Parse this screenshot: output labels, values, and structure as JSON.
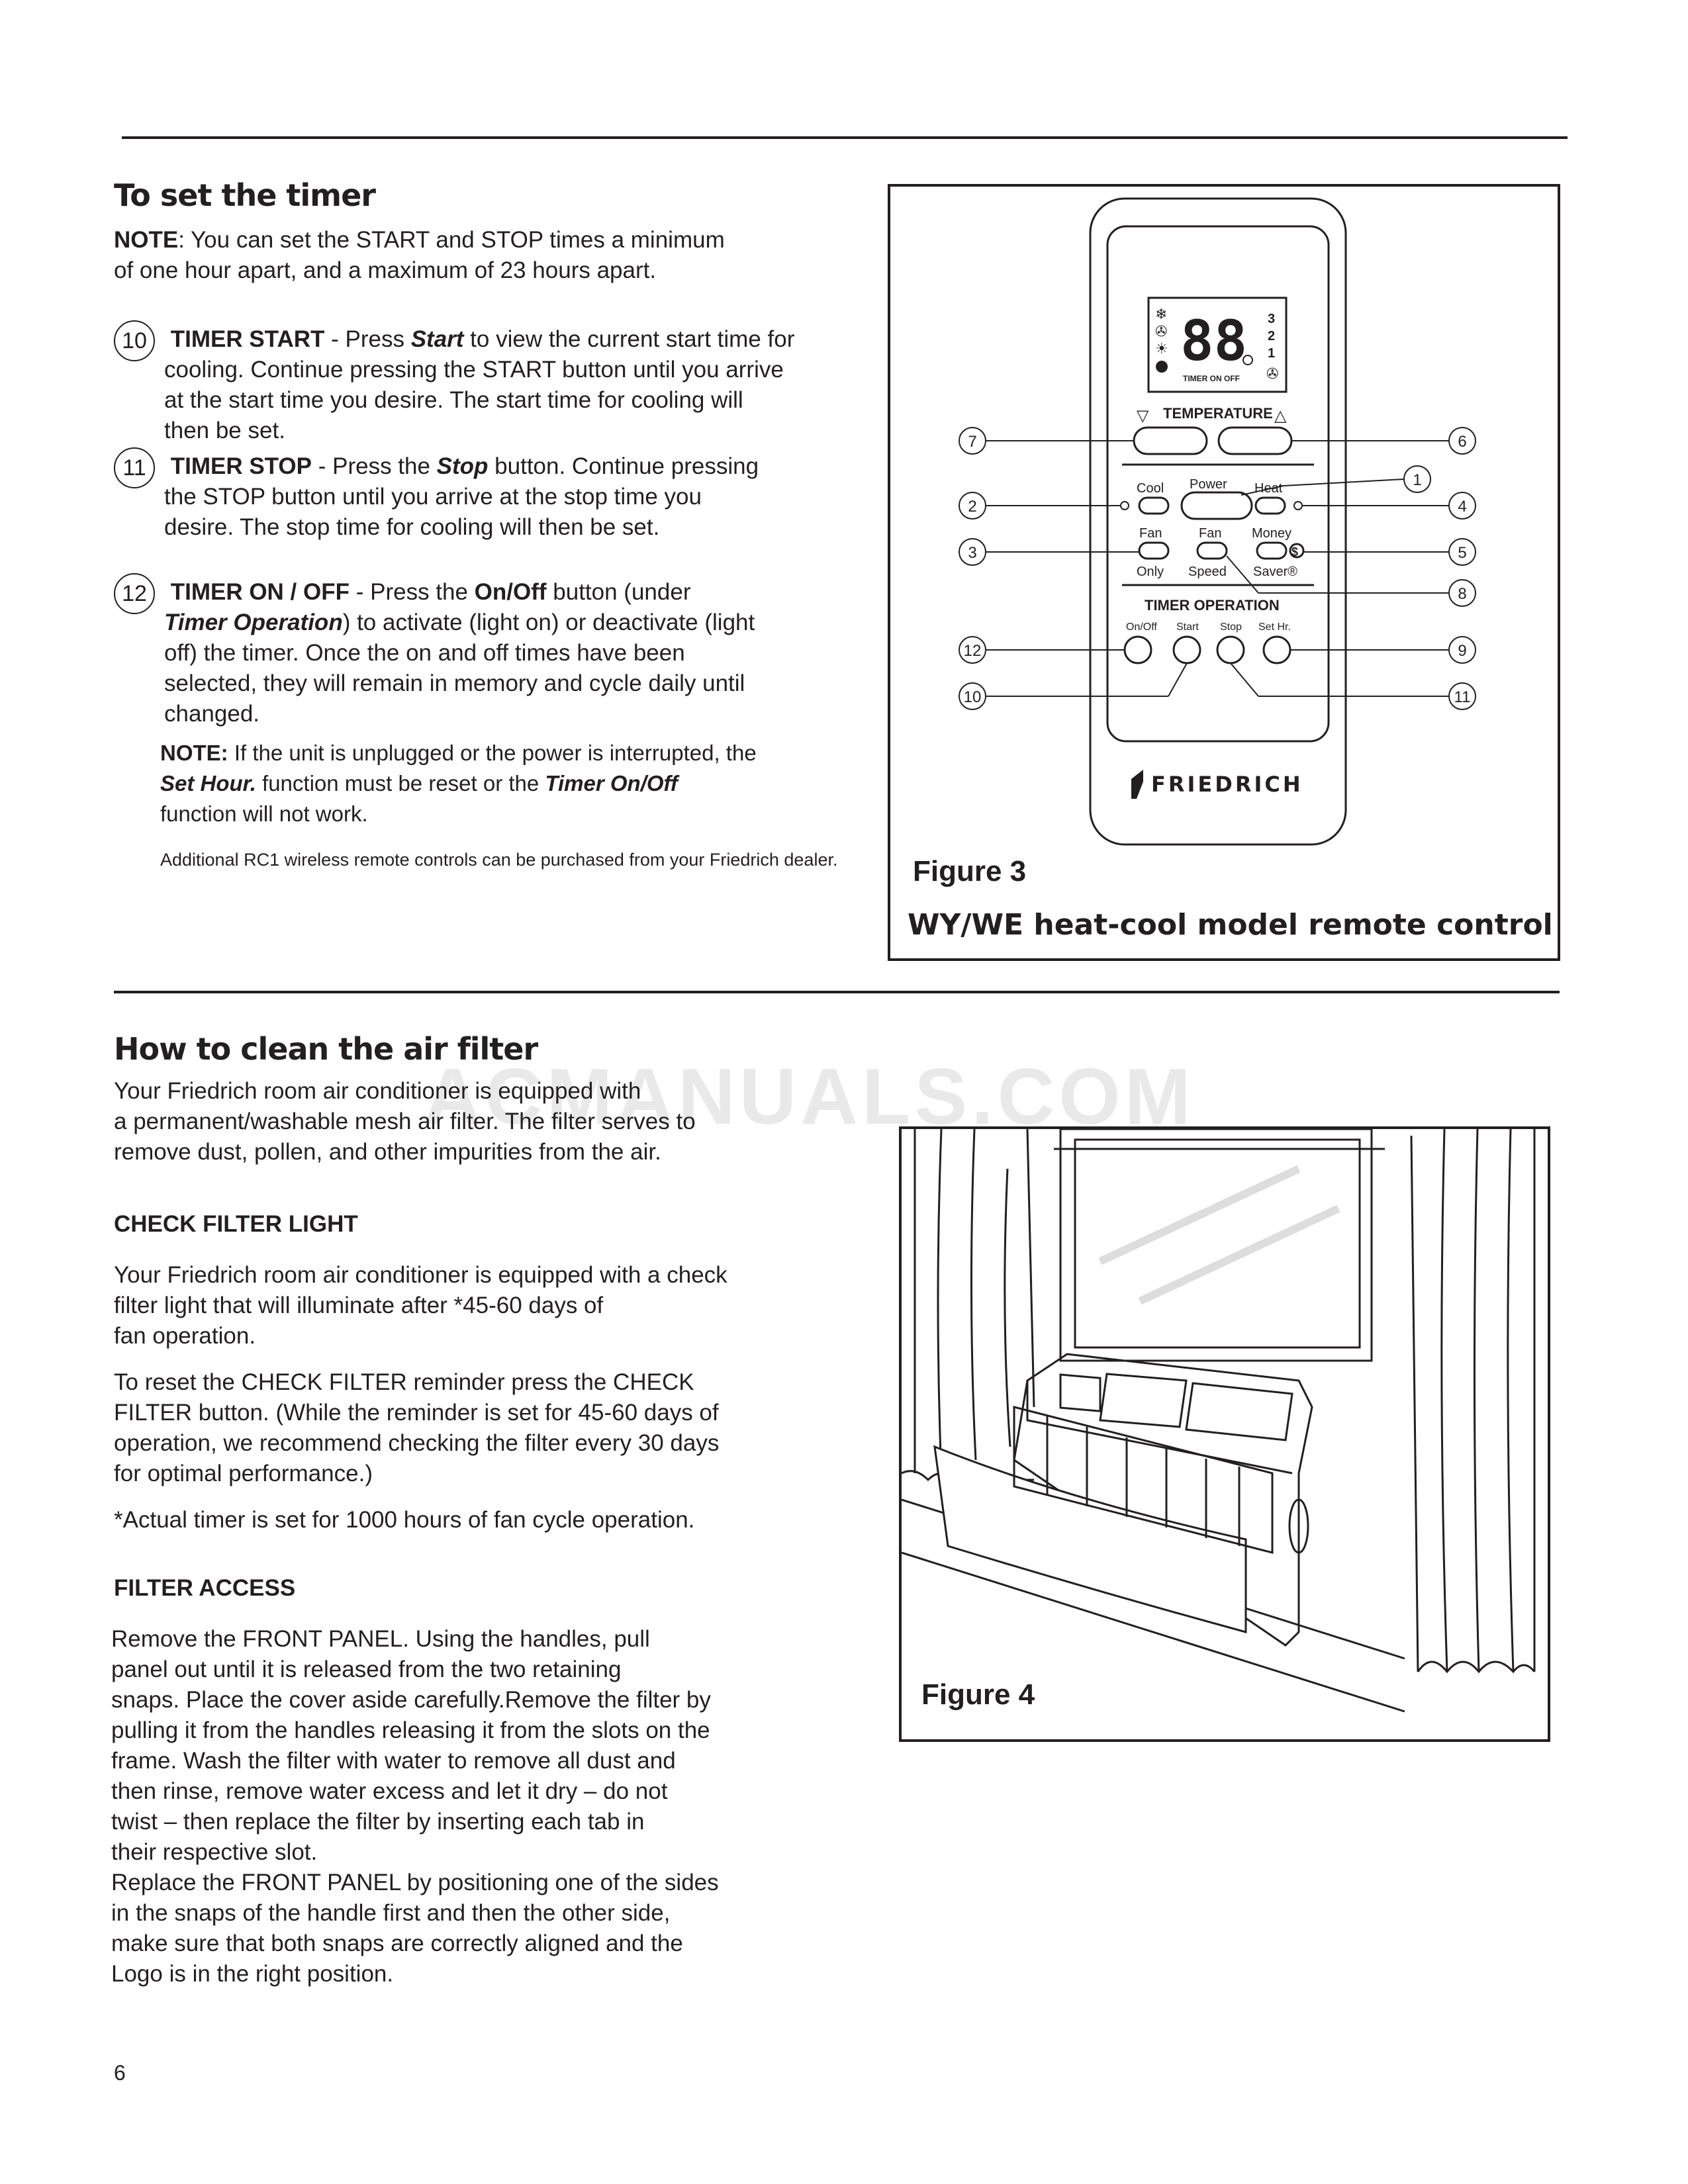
{
  "timer": {
    "heading": "To set the timer",
    "note_label": "NOTE",
    "note_line1": ": You can set the START and STOP times a minimum",
    "note_line2": "of one hour apart, and a maximum of 23 hours apart.",
    "items": [
      {
        "num": "10",
        "title": "TIMER START",
        "intro": " - Press ",
        "button": "Start",
        "rest": " to view the current start time for",
        "lines": [
          "cooling. Continue pressing the START button until you arrive",
          "at the start time you desire. The start time for cooling will",
          "then be set."
        ]
      },
      {
        "num": "11",
        "title": "TIMER STOP",
        "intro": " - Press the ",
        "button": "Stop",
        "rest": " button. Continue pressing",
        "lines": [
          "the STOP button until you arrive at the stop time you",
          "desire. The stop time for cooling will then be set."
        ]
      },
      {
        "num": "12",
        "title": "TIMER ON / OFF",
        "intro": " - Press the ",
        "button": "On/Off",
        "rest": " button (under",
        "line2_em": "Timer Operation",
        "line2_rest": ") to activate (light on) or deactivate (light",
        "lines": [
          "off) the timer.  Once the on and off times have been",
          "selected, they will remain in memory and cycle daily until",
          "changed."
        ]
      }
    ],
    "note2_label": "NOTE:",
    "note2_line1": " If the unit is unplugged or the power is interrupted, the",
    "note2_em1": "Set Hour.",
    "note2_mid": " function must be reset or the ",
    "note2_em2": "Timer On/Off",
    "note2_line3": "function will not work.",
    "additional": "Additional RC1 wireless remote controls can be purchased from your Friedrich dealer."
  },
  "figure3": {
    "label": "Figure 3",
    "caption": "WY/WE heat-cool model remote control",
    "remote": {
      "temperature": "TEMPERATURE",
      "cool": "Cool",
      "power": "Power",
      "heat": "Heat",
      "fan_top": "Fan",
      "fan_bottom": "Only",
      "fan2_top": "Fan",
      "fan2_bottom": "Speed",
      "money_top": "Money",
      "money_bottom": "Saver®",
      "timer_operation": "TIMER OPERATION",
      "onoff": "On/Off",
      "start": "Start",
      "stop": "Stop",
      "sethr": "Set Hr.",
      "display_digits": "88",
      "display_label": "TIMER ON OFF",
      "levels": [
        "3",
        "2",
        "1"
      ],
      "brand": "FRIEDRICH"
    },
    "callouts": [
      "1",
      "2",
      "3",
      "4",
      "5",
      "6",
      "7",
      "8",
      "9",
      "10",
      "11",
      "12"
    ]
  },
  "filter": {
    "heading": "How to clean the air filter",
    "intro": [
      "Your Friedrich room air conditioner is equipped with",
      "a permanent/washable mesh air filter. The filter serves to",
      "remove dust, pollen, and other impurities from the air."
    ],
    "check_heading": "CHECK FILTER LIGHT",
    "check_p1": [
      "Your Friedrich room air conditioner is equipped with a check",
      "filter light that will illuminate after *45-60 days of",
      "fan operation."
    ],
    "check_p2": [
      "To reset the CHECK FILTER reminder press the CHECK",
      "FILTER button. (While the reminder is set for 45-60 days of",
      "operation, we recommend checking the filter every 30 days",
      "for optimal performance.)"
    ],
    "check_p3": "*Actual timer is set for 1000 hours of fan cycle operation.",
    "access_heading": "FILTER ACCESS",
    "access_p": [
      "Remove the FRONT PANEL. Using the handles,  pull",
      "panel out until it is released from the two retaining",
      "snaps. Place the cover aside carefully.Remove the filter by",
      "pulling it from the handles releasing it from the slots on the",
      "frame. Wash the filter with water to remove all dust and",
      "then rinse, remove water excess and let it dry – do not",
      "twist – then replace the filter by inserting each tab in",
      "their respective slot.",
      "Replace the FRONT PANEL by positioning one of the sides",
      "in the snaps of the handle first and then the other side,",
      "make sure that both snaps are correctly aligned and the",
      "Logo is in the right position."
    ]
  },
  "figure4": {
    "label": "Figure 4"
  },
  "watermark": "ACMANUALS.COM",
  "page_number": "6"
}
